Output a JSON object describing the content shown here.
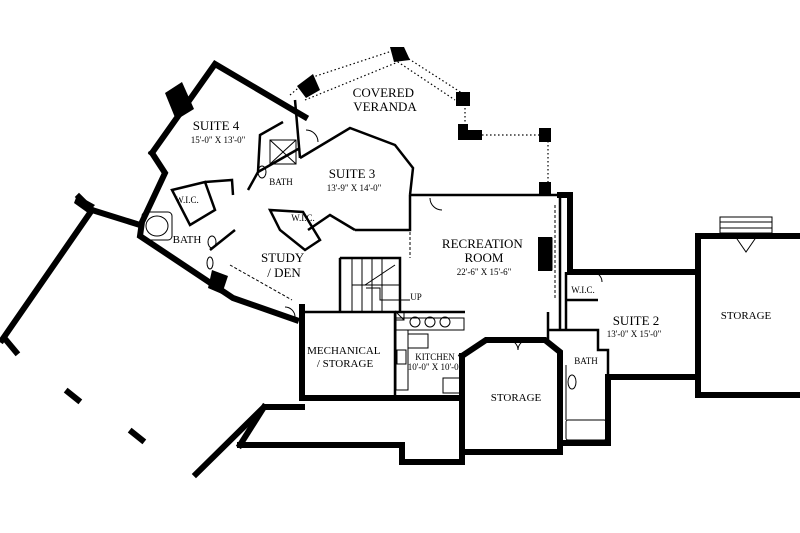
{
  "rooms": [
    {
      "id": "covered-veranda",
      "lines": [
        "COVERED",
        "VERANDA"
      ],
      "dim": ""
    },
    {
      "id": "suite-4",
      "lines": [
        "SUITE 4"
      ],
      "dim": "15'-0\" X 13'-0\""
    },
    {
      "id": "suite-3",
      "lines": [
        "SUITE 3"
      ],
      "dim": "13'-9\" X 14'-0\""
    },
    {
      "id": "bath-upper",
      "lines": [
        "BATH"
      ],
      "dim": ""
    },
    {
      "id": "wic-suite4",
      "lines": [
        "W.I.C."
      ],
      "dim": ""
    },
    {
      "id": "wic-suite3",
      "lines": [
        "W.I.C."
      ],
      "dim": ""
    },
    {
      "id": "bath-left",
      "lines": [
        "BATH"
      ],
      "dim": ""
    },
    {
      "id": "study-den",
      "lines": [
        "STUDY",
        "/ DEN"
      ],
      "dim": ""
    },
    {
      "id": "recreation-room",
      "lines": [
        "RECREATION",
        "ROOM"
      ],
      "dim": "22'-6\" X 15'-6\""
    },
    {
      "id": "mechanical-storage",
      "lines": [
        "MECHANICAL",
        "/ STORAGE"
      ],
      "dim": ""
    },
    {
      "id": "kitchen",
      "lines": [
        "KITCHEN"
      ],
      "dim": "10'-0\" X 10'-0\""
    },
    {
      "id": "storage-center",
      "lines": [
        "STORAGE"
      ],
      "dim": ""
    },
    {
      "id": "wic-suite2",
      "lines": [
        "W.I.C."
      ],
      "dim": ""
    },
    {
      "id": "suite-2",
      "lines": [
        "SUITE 2"
      ],
      "dim": "13'-0\" X 15'-0\""
    },
    {
      "id": "bath-right",
      "lines": [
        "BATH"
      ],
      "dim": ""
    },
    {
      "id": "storage-right",
      "lines": [
        "STORAGE"
      ],
      "dim": ""
    }
  ],
  "stair_label": "UP"
}
